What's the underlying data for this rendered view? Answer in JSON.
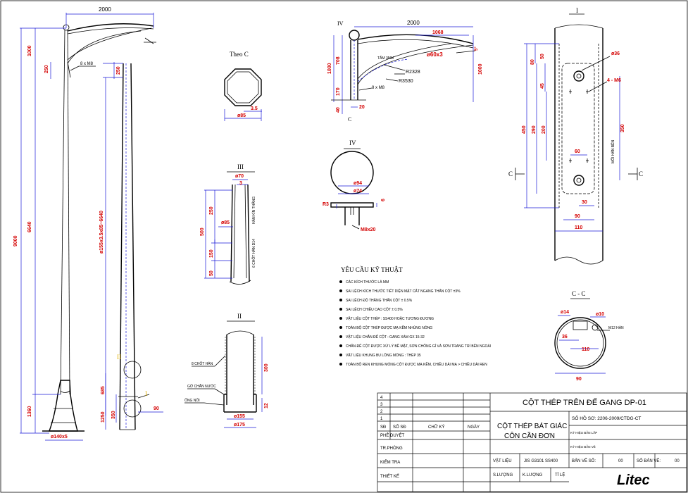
{
  "drawing": {
    "pole_left": {
      "top_width": "2000",
      "height_1000": "1000",
      "dim_250": "250",
      "bolts": "8 x M8",
      "total_9000": "9000",
      "shaft_6640": "6640",
      "base_1360": "1360",
      "base_dia": "ø140x5"
    },
    "pole_right": {
      "dim_250": "250",
      "spec": "ø155x3.5x85~6640",
      "label_II": "II",
      "label_I": "I",
      "dim_685": "685",
      "dim_1250": "1250",
      "dim_350": "350",
      "dim_90": "90"
    },
    "section_c": {
      "title": "Theo C",
      "dim_35": "3.5",
      "dim_85": "ø85"
    },
    "section_iii": {
      "title": "III",
      "d70": "ø70",
      "d3": "3",
      "d250": "250",
      "d85": "ø85",
      "d500": "500",
      "d50": "50",
      "d150": "150",
      "weld": "HÀN KÍN THẲNG",
      "pin": "6 CHỐT HÀN D14"
    },
    "section_ii": {
      "title": "II",
      "pins": "8 CHỐT HÀN",
      "gusset": "GỜ CHẮN NƯỚC",
      "tube": "ỐNG NỐI",
      "d300": "300",
      "d12": "12",
      "d155": "ø155",
      "d175": "ø175"
    },
    "arm": {
      "label_iv": "IV",
      "w2000": "2000",
      "w1068": "1068",
      "tube": "ø60x3",
      "slope": "5°",
      "h1000": "1000",
      "h708": "708",
      "h1000b": "1000",
      "h170": "170",
      "d40": "40",
      "d20": "20",
      "plate": "TẤM 3MM",
      "r1": "R2328",
      "r2": "R3530",
      "bolts": "8 x M8",
      "c": "C"
    },
    "section_iv": {
      "title": "IV",
      "d94": "ø94",
      "d74": "ø74",
      "d6": "6",
      "r3": "R3",
      "m8": "M8x20"
    },
    "section_i": {
      "title": "I",
      "d36": "ø36",
      "m6": "4 - M6",
      "d80": "80",
      "d50": "50",
      "d45": "45",
      "d450": "450",
      "d290": "290",
      "d200": "200",
      "d350": "350",
      "d60": "60",
      "d30": "30",
      "d90": "90",
      "d110": "110",
      "c": "C",
      "weld": "MỐI HÀN BÊN"
    },
    "section_cc": {
      "title": "C - C",
      "d14": "ø14",
      "d10": "ø10",
      "d36": "36",
      "d110": "110",
      "d90": "90",
      "m12": "M12 HÀN"
    }
  },
  "requirements": {
    "title": "YÊU CẦU KỸ THUẬT",
    "items": [
      "CÁC KÍCH THƯỚC LÀ MM",
      "SAI LỆCH KÍCH THƯỚC TIẾT DIỆN MẶT CẮT NGANG THÂN CỘT ±3%",
      "SAI LỆCH ĐỘ THẲNG THÂN CỘT ± 0.5%",
      "SAI LỆCH CHIỀU CAO CỘT ± 0.5%",
      "VẬT LIỆU CỘT THÉP : SS400 HOẶC TƯƠNG ĐƯƠNG",
      "TOÀN BỘ CỘT THÉP ĐƯỢC MẠ KẼM NHÚNG NÓNG",
      "VẬT LIỆU CHÂN ĐẾ CỘT : GANG XÁM GX 15-32",
      "CHÂN ĐẾ CỘT ĐƯỢC XỬ LÝ BỀ MẶT, SƠN CHỐNG GỈ VÀ SƠN TRANG TRÍ BÊN NGOÀI",
      "VẬT LIỆU KHUNG BU LÔNG MÓNG : THÉP 35",
      "TOÀN BỘ REN KHUNG MÓNG CỘT ĐƯỢC MẠ KẼM, CHIỀU DÀI MẠ > CHIỀU DÀI REN"
    ]
  },
  "title_block": {
    "main_title": "CỘT THÉP TRÊN ĐẾ GANG DP-01",
    "sub_title_1": "CỘT THÉP BÁT GIÁC",
    "sub_title_2": "CÔN CẦN ĐƠN",
    "file_no": "SỐ HỒ SƠ: 2206-2009/CTĐG-CT",
    "rev_rows": [
      "4",
      "3",
      "2",
      "1"
    ],
    "col_sd": "SĐ",
    "col_sosd": "SỐ SĐ",
    "col_chuky": "CHỮ KÝ",
    "col_ngay": "NGÀY",
    "phe_duyet": "PHÊ DUYỆT",
    "tr_phong": "TR.PHÒNG",
    "kiem_tra": "KIỂM TRA",
    "thiet_ke": "THIẾT KẾ",
    "vat_lieu": "VẬT LIỆU",
    "material": "JIS G3101 SS400",
    "s_luong": "S.LƯỢNG",
    "k_luong": "K.LƯỢNG",
    "ti_le": "TỈ LỆ",
    "ky_hieu_ban_lap": "KÝ HIỆU BẢN LẮP",
    "ky_hieu_ban_ve": "KÝ HIỆU BẢN VẼ",
    "ban_ve_so_label": "BẢN VẼ SỐ:",
    "ban_ve_so": "00",
    "so_ban_ve_label": "SỐ BẢN VẼ:",
    "so_ban_ve": "00",
    "logo": "Litec"
  }
}
